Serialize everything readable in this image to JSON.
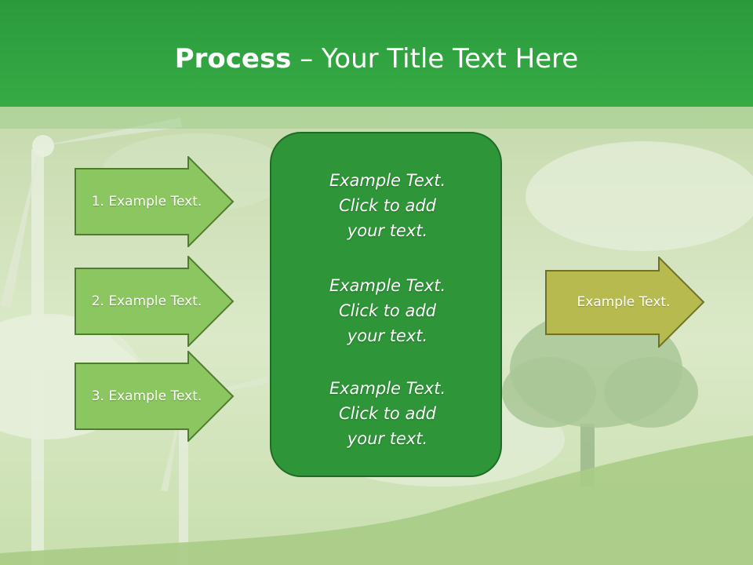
{
  "title": {
    "bold": "Process",
    "rest": " – Your Title Text Here"
  },
  "left_steps": [
    {
      "label": "1. Example Text."
    },
    {
      "label": "2. Example Text."
    },
    {
      "label": "3. Example Text."
    }
  ],
  "center_box": {
    "paragraphs": [
      "Example Text.\nClick  to add\nyour text.",
      "Example Text.\nClick  to add\nyour text.",
      "Example Text.\nClick  to add\nyour text."
    ]
  },
  "right_output": {
    "label": "Example Text."
  },
  "colors": {
    "header": "#2e9f3d",
    "step_fill": "#8cc661",
    "step_border": "#4f7d2e",
    "center_fill": "#2e9638",
    "center_border": "#1f6b25",
    "output_fill": "#b7bb4f",
    "output_border": "#6f7226"
  }
}
